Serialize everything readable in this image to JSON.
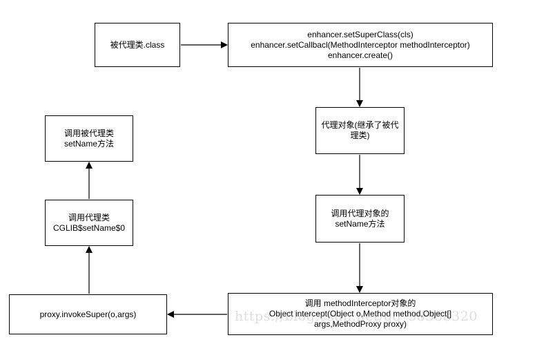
{
  "nodes": {
    "proxied_class": {
      "lines": [
        "被代理类.class"
      ]
    },
    "enhancer": {
      "lines": [
        "enhancer.setSuperClass(cls)",
        "enhancer.setCallbacl(MethodInterceptor methodInterceptor)",
        "enhancer.create()"
      ]
    },
    "proxy_object": {
      "lines": [
        "代理对象(继承了被代",
        "理类)"
      ]
    },
    "call_proxy_setname": {
      "lines": [
        "调用代理对象的",
        "setName方法"
      ]
    },
    "intercept": {
      "lines": [
        "调用 methodInterceptor对象的",
        "Object intercept(Object o,Method method,Object[]",
        "args,MethodProxy proxy)"
      ]
    },
    "invoke_super": {
      "lines": [
        "proxy.invokeSuper(o,args)"
      ]
    },
    "call_cglib": {
      "lines": [
        "调用代理类",
        "CGLIB$setName$0"
      ]
    },
    "call_proxied_setname": {
      "lines": [
        "调用被代理类",
        "setName方法"
      ]
    }
  },
  "watermark": {
    "text": "https://blog.csdn.net/qq_38388320",
    "logo_lettering": true
  },
  "colors": {
    "stroke": "#000000",
    "background": "#ffffff"
  }
}
